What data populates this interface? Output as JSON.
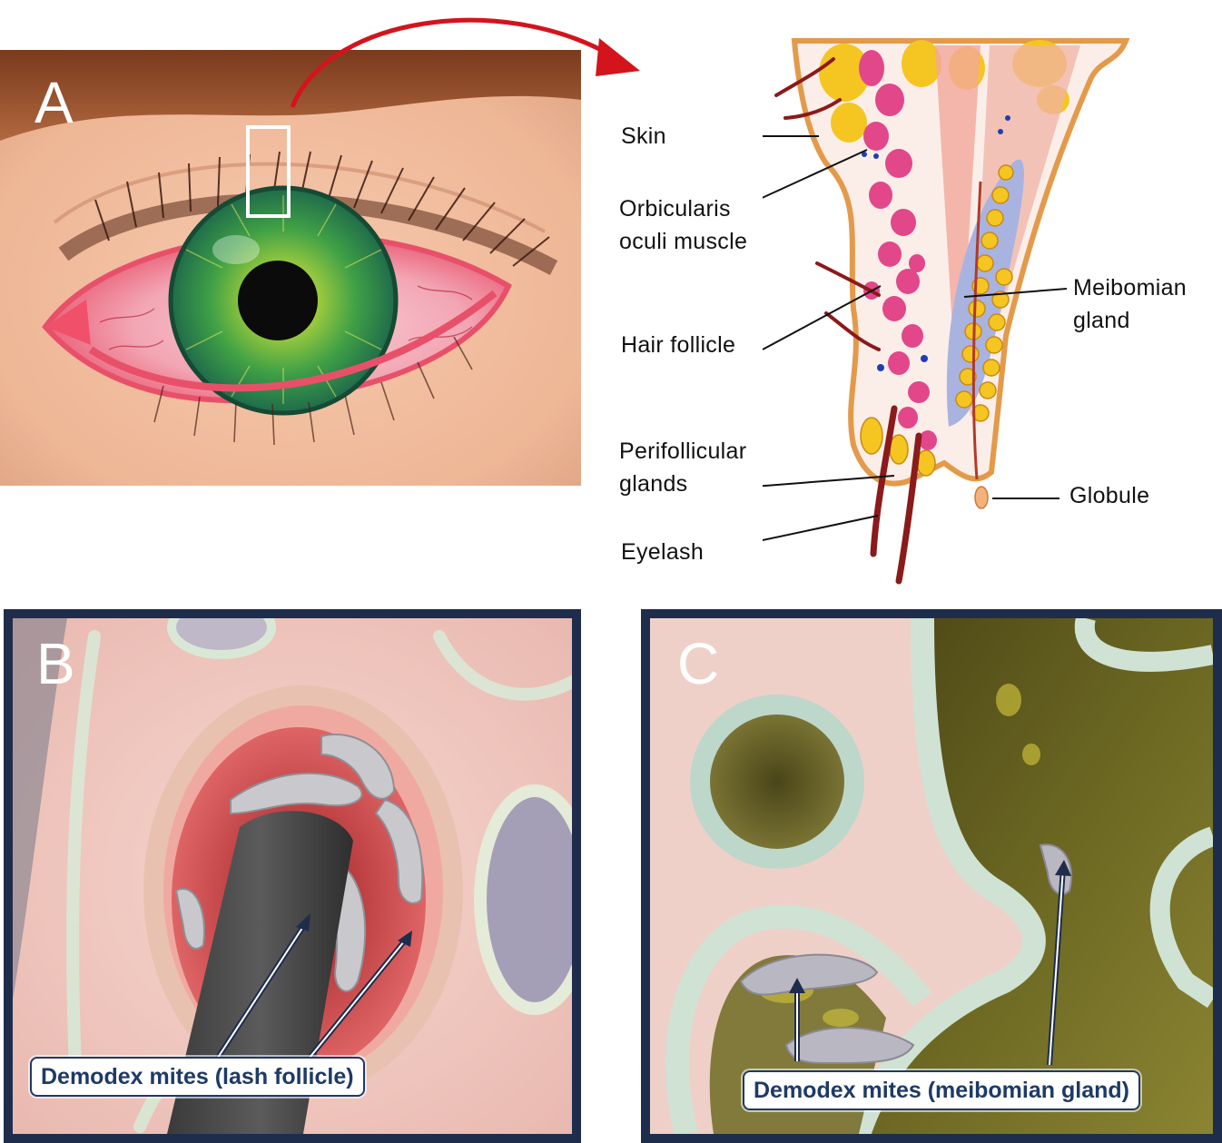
{
  "panels": {
    "a": {
      "letter": "A"
    },
    "b": {
      "letter": "B",
      "callout": "Demodex mites (lash follicle)"
    },
    "c": {
      "letter": "C",
      "callout": "Demodex mites (meibomian gland)"
    }
  },
  "diagram": {
    "labels": {
      "skin": "Skin",
      "orbicularis_line1": "Orbicularis",
      "orbicularis_line2": "oculi muscle",
      "hair_follicle": "Hair follicle",
      "perifollicular_line1": "Perifollicular",
      "perifollicular_line2": "glands",
      "eyelash": "Eyelash",
      "meibomian_line1": "Meibomian",
      "meibomian_line2": "gland",
      "globule": "Globule"
    }
  },
  "colors": {
    "panel_border": "#1e2d4c",
    "callout_text": "#1e3a66",
    "arrow_red": "#d3141c",
    "iris_green": "#3fa046",
    "sclera_red": "#e8506a",
    "meibomian_blue": "#a9b3e0",
    "gland_yellow": "#f5c522",
    "muscle_pink": "#e2478a"
  }
}
